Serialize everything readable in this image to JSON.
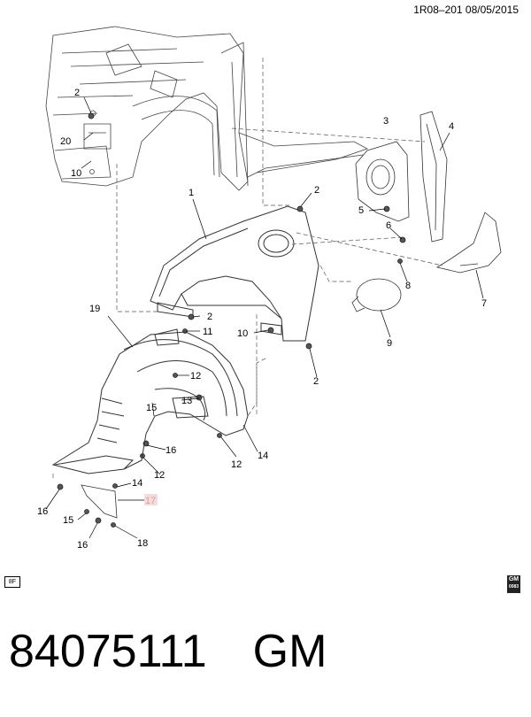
{
  "header": {
    "ref": "1R08–201  08/05/2015"
  },
  "callouts": {
    "c1": "1",
    "c2a": "2",
    "c2b": "2",
    "c2c": "2",
    "c2d": "2",
    "c3": "3",
    "c4": "4",
    "c5": "5",
    "c6": "6",
    "c7": "7",
    "c8": "8",
    "c9": "9",
    "c10a": "10",
    "c10b": "10",
    "c11": "11",
    "c12a": "12",
    "c12b": "12",
    "c12c": "12",
    "c13": "13",
    "c14a": "14",
    "c14b": "14",
    "c15a": "15",
    "c15b": "15",
    "c16a": "16",
    "c16b": "16",
    "c16c": "16",
    "c17": "17",
    "c18": "18",
    "c19": "19",
    "c20": "20"
  },
  "tag": "8F",
  "badge": {
    "top": "GM",
    "bottom": "0083"
  },
  "footer": {
    "part_number": "84075111",
    "brand": "GM"
  }
}
